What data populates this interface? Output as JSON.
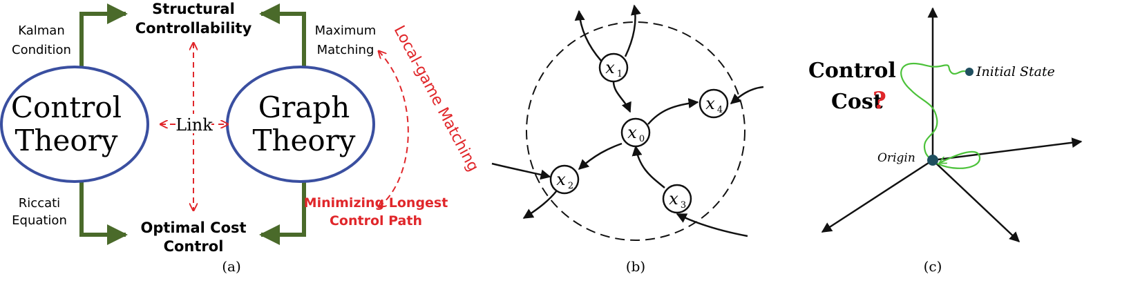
{
  "panel_a": {
    "top_label": [
      "Structural",
      "Controllability"
    ],
    "bottom_label": [
      "Optimal Cost",
      "Control"
    ],
    "left_ellipse": [
      "Control",
      "Theory"
    ],
    "right_ellipse": [
      "Graph",
      "Theory"
    ],
    "link_label": "Link",
    "left_top_edge": [
      "Kalman",
      "Condition"
    ],
    "left_bottom_edge": [
      "Riccati",
      "Equation"
    ],
    "right_top_edge": [
      "Maximum",
      "Matching"
    ],
    "red_arc_label": "Local-game Matching",
    "red_bottom_label": [
      "Minimizing Longest",
      "Control Path"
    ],
    "caption": "(a)"
  },
  "panel_b": {
    "nodes": [
      {
        "sym": "x",
        "sub": "1"
      },
      {
        "sym": "x",
        "sub": "0"
      },
      {
        "sym": "x",
        "sub": "4"
      },
      {
        "sym": "x",
        "sub": "2"
      },
      {
        "sym": "x",
        "sub": "3"
      }
    ],
    "caption": "(b)"
  },
  "panel_c": {
    "cost_label": [
      "Control",
      "Cost"
    ],
    "question_mark": "?",
    "initial_state": "Initial State",
    "origin": "Origin",
    "caption": "(c)"
  },
  "colors": {
    "ellipse_stroke": "#3a4fa0",
    "green_arrow": "#4a6a2a",
    "red": "#e0262a",
    "node_dot": "#1f4f5f",
    "trajectory": "#4cc23a"
  }
}
